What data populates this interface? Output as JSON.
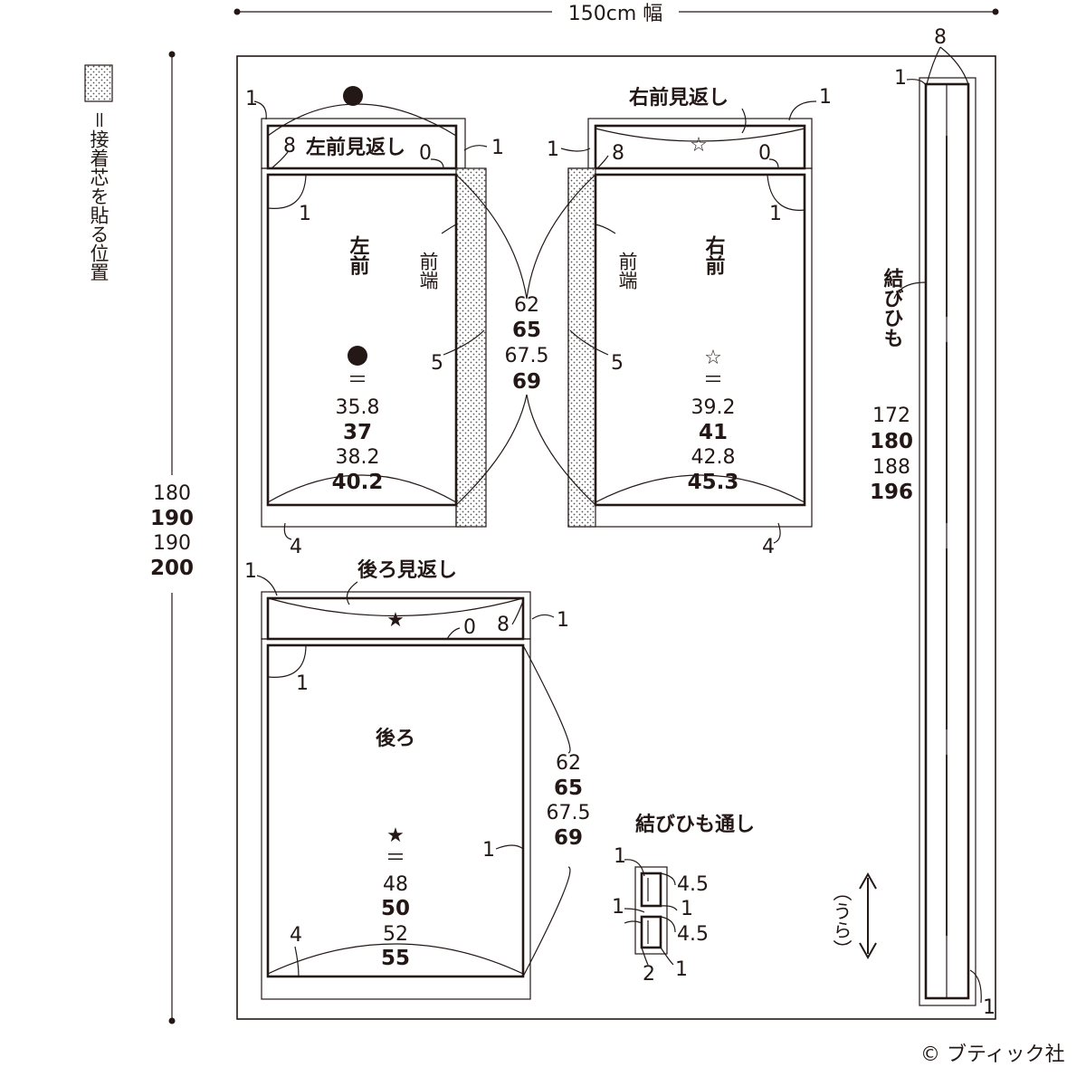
{
  "header": {
    "width_label": "150cm 幅",
    "copyright": "ブティック社",
    "copyright_symbol": "©"
  },
  "legend": {
    "text": "＝接着芯を貼る位置"
  },
  "fabric_length": [
    "180",
    "190",
    "190",
    "200"
  ],
  "grain_label": "（うら）",
  "left_front_facing": {
    "label": "左前見返し",
    "seam_left": "1",
    "seam_inner": "8",
    "seam_zero": "0",
    "seam_right": "1"
  },
  "right_front_facing": {
    "label": "右前見返し",
    "seam_left": "1",
    "seam_inner": "8",
    "seam_zero": "0",
    "seam_right": "1"
  },
  "left_front": {
    "label": "左前",
    "edge_label": "前端",
    "seam_top": "1",
    "seam_edge": "5",
    "seam_hem": "4",
    "eq": "＝",
    "width": [
      "35.8",
      "37",
      "38.2",
      "40.2"
    ]
  },
  "right_front": {
    "label": "右前",
    "edge_label": "前端",
    "seam_top": "1",
    "seam_edge": "5",
    "seam_hem": "4",
    "eq": "＝",
    "width": [
      "39.2",
      "41",
      "42.8",
      "45.3"
    ]
  },
  "front_length": [
    "62",
    "65",
    "67.5",
    "69"
  ],
  "back_facing": {
    "label": "後ろ見返し",
    "seam_left": "1",
    "seam_zero": "0",
    "seam_inner": "8",
    "seam_right": "1"
  },
  "back": {
    "label": "後ろ",
    "seam_top": "1",
    "seam_side": "1",
    "seam_hem": "4",
    "eq": "＝",
    "width": [
      "48",
      "50",
      "52",
      "55"
    ],
    "length": [
      "62",
      "65",
      "67.5",
      "69"
    ]
  },
  "tie": {
    "label": "結びひも",
    "seam_top": "1",
    "seam_width": "8",
    "seam_bottom": "1",
    "length": [
      "172",
      "180",
      "188",
      "196"
    ]
  },
  "tie_loop": {
    "label": "結びひも通し",
    "seam_a": "1",
    "size_a": "4.5",
    "seam_b": "1",
    "seam_c": "1",
    "size_b": "4.5",
    "width": "2",
    "seam_d": "1"
  }
}
